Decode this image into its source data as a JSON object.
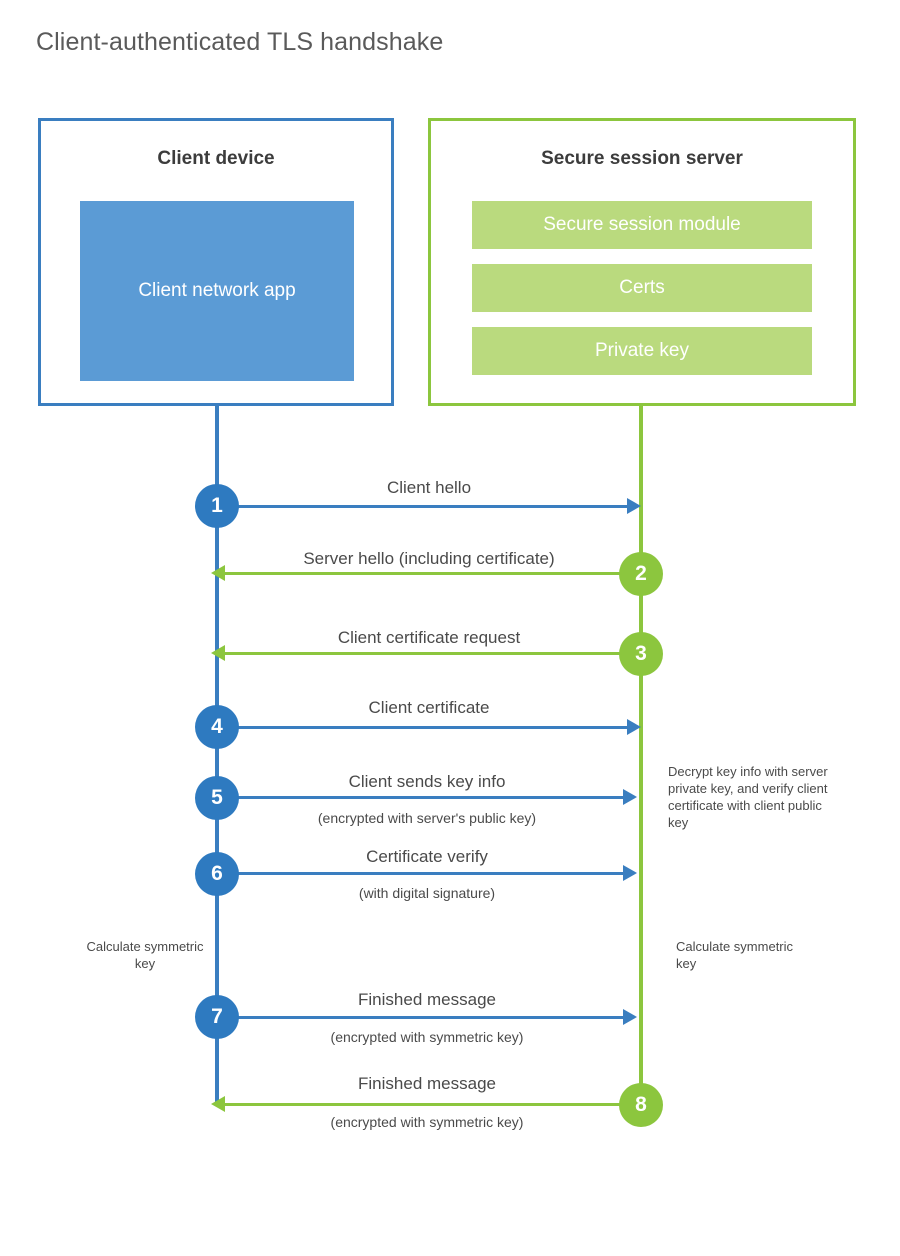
{
  "title": "Client-authenticated TLS handshake",
  "actors": {
    "client": {
      "title": "Client device",
      "app_label": "Client network app"
    },
    "server": {
      "title": "Secure session server",
      "modules": [
        {
          "label": "Secure session module"
        },
        {
          "label": "Certs"
        },
        {
          "label": "Private key"
        }
      ]
    }
  },
  "steps": [
    {
      "number": "1",
      "label": "Client hello",
      "sublabel": "",
      "direction": "right",
      "color": "blue"
    },
    {
      "number": "2",
      "label": "Server hello (including certificate)",
      "sublabel": "",
      "direction": "left",
      "color": "green"
    },
    {
      "number": "3",
      "label": "Client certificate request",
      "sublabel": "",
      "direction": "left",
      "color": "green"
    },
    {
      "number": "4",
      "label": "Client certificate",
      "sublabel": "",
      "direction": "right",
      "color": "blue"
    },
    {
      "number": "5",
      "label": "Client sends key info",
      "sublabel": "(encrypted with server's public key)",
      "direction": "right",
      "color": "blue"
    },
    {
      "number": "6",
      "label": "Certificate verify",
      "sublabel": "(with digital signature)",
      "direction": "right",
      "color": "blue"
    },
    {
      "number": "7",
      "label": "Finished message",
      "sublabel": "(encrypted with symmetric key)",
      "direction": "right",
      "color": "blue"
    },
    {
      "number": "8",
      "label": "Finished message",
      "sublabel": "(encrypted with symmetric key)",
      "direction": "left",
      "color": "green"
    }
  ],
  "notes": {
    "server_decrypt": "Decrypt key info with server private key, and verify client certificate with client public key",
    "client_calculate": "Calculate symmetric key",
    "server_calculate": "Calculate symmetric key"
  },
  "colors": {
    "client_accent": "#3a7ec0",
    "client_circle": "#2e7ac0",
    "client_app_fill": "#5b9bd5",
    "server_accent": "#8cc63e",
    "server_bar_fill": "#bada7e",
    "title_text": "#5a5a5a",
    "body_text": "#4a4a4a",
    "background": "#ffffff"
  }
}
